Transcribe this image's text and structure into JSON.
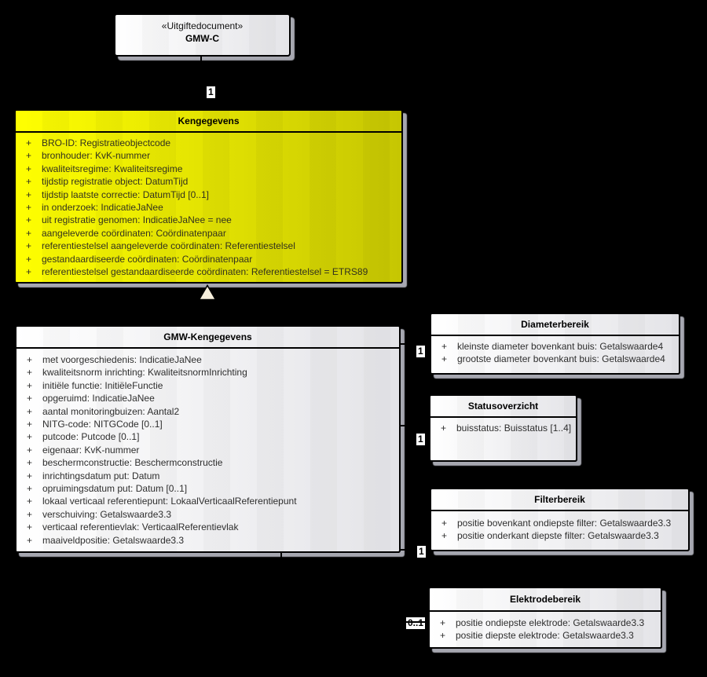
{
  "diagram": {
    "background_color": "#000000",
    "highlight_color": "#ffff00",
    "box_fill_color": "#ffffff",
    "shadow_color": "#a6a7b0",
    "classes": {
      "uitgiftedocument": {
        "stereotype": "«Uitgiftedocument»",
        "name": "GMW-C"
      },
      "kengegevens": {
        "name": "Kengegevens",
        "attributes": [
          {
            "vis": "+",
            "text": "BRO-ID: Registratieobjectcode"
          },
          {
            "vis": "+",
            "text": "bronhouder: KvK-nummer"
          },
          {
            "vis": "+",
            "text": "kwaliteitsregime: Kwaliteitsregime"
          },
          {
            "vis": "+",
            "text": "tijdstip registratie object: DatumTijd"
          },
          {
            "vis": "+",
            "text": "tijdstip laatste correctie: DatumTijd [0..1]"
          },
          {
            "vis": "+",
            "text": "in onderzoek: IndicatieJaNee"
          },
          {
            "vis": "+",
            "text": "uit registratie genomen: IndicatieJaNee = nee"
          },
          {
            "vis": "+",
            "text": "aangeleverde coördinaten: Coördinatenpaar"
          },
          {
            "vis": "+",
            "text": "referentiestelsel aangeleverde coördinaten: Referentiestelsel"
          },
          {
            "vis": "+",
            "text": "gestandaardiseerde coördinaten: Coördinatenpaar"
          },
          {
            "vis": "+",
            "text": "referentiestelsel gestandaardiseerde coördinaten: Referentiestelsel = ETRS89"
          }
        ]
      },
      "gmw_kengegevens": {
        "name": "GMW-Kengegevens",
        "attributes": [
          {
            "vis": "+",
            "text": "met voorgeschiedenis: IndicatieJaNee"
          },
          {
            "vis": "+",
            "text": "kwaliteitsnorm inrichting: KwaliteitsnormInrichting"
          },
          {
            "vis": "+",
            "text": "initiële functie: InitiëleFunctie"
          },
          {
            "vis": "+",
            "text": "opgeruimd: IndicatieJaNee"
          },
          {
            "vis": "+",
            "text": "aantal monitoringbuizen: Aantal2"
          },
          {
            "vis": "+",
            "text": "NITG-code: NITGCode [0..1]"
          },
          {
            "vis": "+",
            "text": "putcode: Putcode [0..1]"
          },
          {
            "vis": "+",
            "text": "eigenaar: KvK-nummer"
          },
          {
            "vis": "+",
            "text": "beschermconstructie: Beschermconstructie"
          },
          {
            "vis": "+",
            "text": "inrichtingsdatum put: Datum"
          },
          {
            "vis": "+",
            "text": "opruimingsdatum put: Datum [0..1]"
          },
          {
            "vis": "+",
            "text": "lokaal verticaal referentiepunt: LokaalVerticaalReferentiepunt"
          },
          {
            "vis": "+",
            "text": "verschuiving: Getalswaarde3.3"
          },
          {
            "vis": "+",
            "text": "verticaal referentievlak: VerticaalReferentievlak"
          },
          {
            "vis": "+",
            "text": "maaiveldpositie: Getalswaarde3.3"
          }
        ]
      },
      "diameterbereik": {
        "name": "Diameterbereik",
        "attributes": [
          {
            "vis": "+",
            "text": "kleinste diameter bovenkant buis: Getalswaarde4"
          },
          {
            "vis": "+",
            "text": "grootste diameter bovenkant buis: Getalswaarde4"
          }
        ]
      },
      "statusoverzicht": {
        "name": "Statusoverzicht",
        "attributes": [
          {
            "vis": "+",
            "text": "buisstatus: Buisstatus [1..4]"
          }
        ]
      },
      "filterbereik": {
        "name": "Filterbereik",
        "attributes": [
          {
            "vis": "+",
            "text": "positie bovenkant ondiepste filter: Getalswaarde3.3"
          },
          {
            "vis": "+",
            "text": "positie onderkant diepste filter: Getalswaarde3.3"
          }
        ]
      },
      "elektrodebereik": {
        "name": "Elektrodebereik",
        "attributes": [
          {
            "vis": "+",
            "text": "positie ondiepste elektrode: Getalswaarde3.3"
          },
          {
            "vis": "+",
            "text": "positie diepste elektrode: Getalswaarde3.3"
          }
        ]
      }
    },
    "multiplicity_labels": {
      "uitgiftedocument_to_kengegevens": "1",
      "to_diameterbereik": "1",
      "to_statusoverzicht": "1",
      "to_filterbereik": "1",
      "to_elektrodebereik": "0..1"
    }
  }
}
